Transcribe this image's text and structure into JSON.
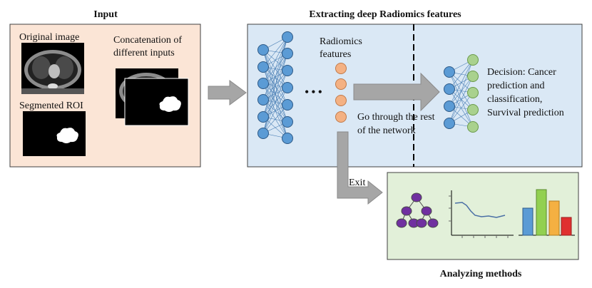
{
  "titles": {
    "input": "Input",
    "extract": "Extracting deep Radiomics features",
    "analyze": "Analyzing methods"
  },
  "input_panel": {
    "original_image_line1": "Original image",
    "segmented_roi": "Segmented ROI",
    "concat_line1": "Concatenation of",
    "concat_line2": "different inputs"
  },
  "network_panel": {
    "radiomics_line1": "Radiomics",
    "radiomics_line2": "features",
    "ellipsis": "•••",
    "rest_line1": "Go through the rest",
    "rest_line2": "of the network",
    "decision_line1": "Decision: Cancer",
    "decision_line2": "prediction and",
    "decision_line3": "classification,",
    "decision_line4": "Survival prediction"
  },
  "exit_label": "Exit",
  "colors": {
    "input_bg": "#fbe5d6",
    "network_bg": "#dae8f5",
    "analysis_bg": "#e2f0d9",
    "blue_node": "#5b9bd5",
    "orange_node": "#f4b183",
    "green_node": "#a9d18e",
    "purple_node": "#7030a0",
    "arrow_gray": "#a6a6a6"
  },
  "icons": {
    "tree": "decision-tree-icon",
    "line": "line-chart-icon",
    "bars": "bar-chart-icon"
  }
}
